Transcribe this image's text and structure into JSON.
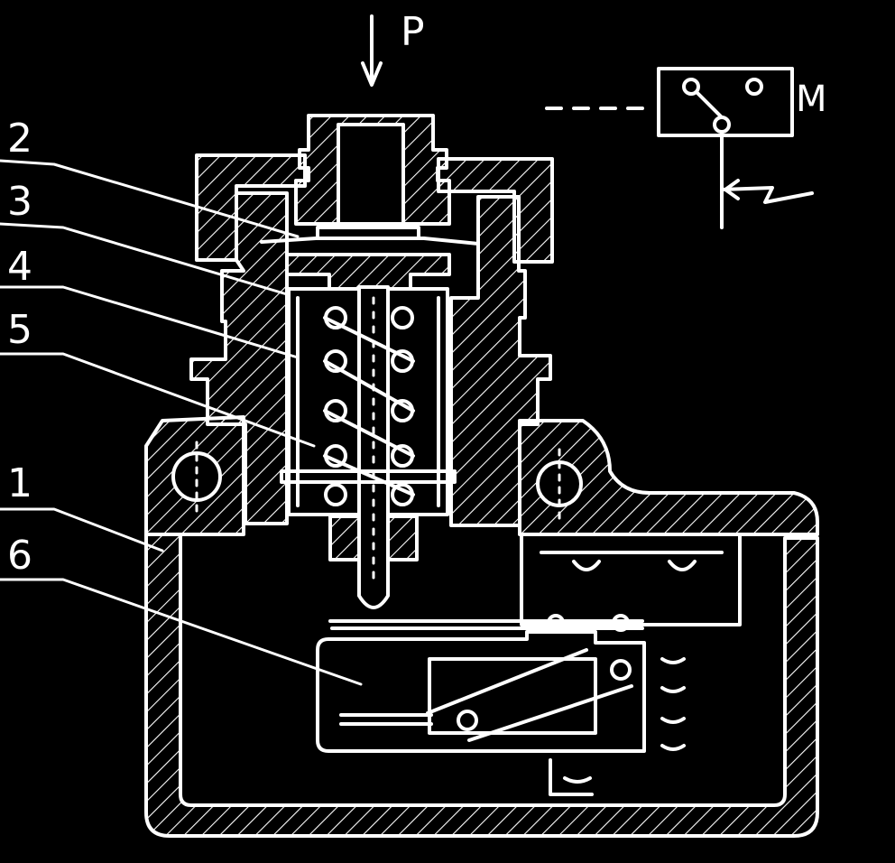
{
  "labels": {
    "pressure": "P",
    "part_1": "1",
    "part_2": "2",
    "part_3": "3",
    "part_4": "4",
    "part_5": "5",
    "part_6": "6",
    "symbol_m": "M"
  },
  "colors": {
    "background": "#000000",
    "line": "#ffffff"
  }
}
